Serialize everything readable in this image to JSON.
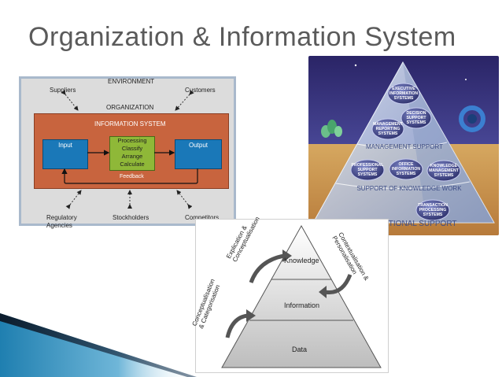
{
  "slide": {
    "title": "Organization & Information System"
  },
  "environment_diagram": {
    "environment_label": "ENVIRONMENT",
    "organization_label": "ORGANIZATION",
    "suppliers": "Suppliers",
    "customers": "Customers",
    "information_system_label": "INFORMATION SYSTEM",
    "input": "Input",
    "processing": "Processing",
    "classify": "Classify",
    "arrange": "Arrange",
    "calculate": "Calculate",
    "output": "Output",
    "feedback": "Feedback",
    "regulatory_line1": "Regulatory",
    "regulatory_line2": "Agencies",
    "stockholders": "Stockholders",
    "competitors": "Competitors"
  },
  "systems_pyramid": {
    "executive": [
      "EXECUTIVE",
      "INFORMATION",
      "SYSTEMS"
    ],
    "decision": [
      "DECISION",
      "SUPPORT",
      "SYSTEMS"
    ],
    "management_reporting": [
      "MANAGEMENT",
      "REPORTING",
      "SYSTEMS"
    ],
    "management_support": "MANAGEMENT SUPPORT",
    "professional": [
      "PROFESSIONAL",
      "SUPPORT",
      "SYSTEMS"
    ],
    "office": [
      "OFFICE",
      "INFORMATION",
      "SYSTEMS"
    ],
    "knowledge_mgmt": [
      "KNOWLEDGE",
      "MANAGEMENT",
      "SYSTEMS"
    ],
    "support_knowledge_work": "SUPPORT OF KNOWLEDGE WORK",
    "transaction": [
      "TRANSACTION",
      "PROCESSING",
      "SYSTEMS"
    ],
    "operational_support": "OPERATIONAL SUPPORT"
  },
  "knowledge_pyramid": {
    "knowledge": "Knowledge",
    "information": "Information",
    "data": "Data",
    "explication_line1": "Explication &",
    "explication_line2": "Conceptualisation",
    "contextualisation_line1": "Contextualisation &",
    "contextualisation_line2": "Personalisation",
    "conceptualisation_line1": "Conceptualisation",
    "conceptualisation_line2": "& Categorisation"
  },
  "colors": {
    "title": "#5a5a5a",
    "is_box": "#c8643e",
    "input_output": "#1a78b8",
    "processing": "#8fb838",
    "panel_border": "#a9b9cc",
    "wedge_blue": "#1f7fb0"
  }
}
